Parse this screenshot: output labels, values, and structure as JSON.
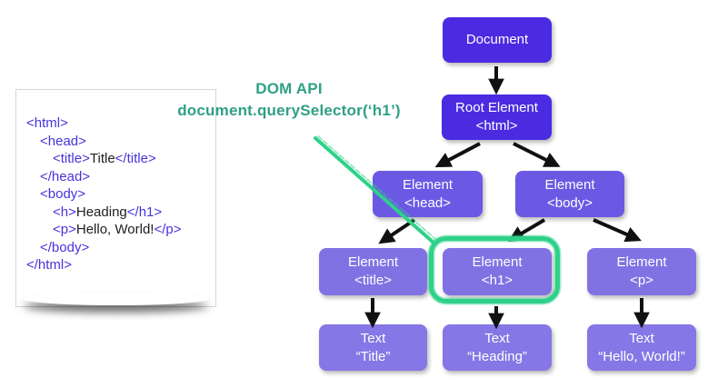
{
  "annotation": {
    "title": "DOM API",
    "code": "document.querySelector(‘h1’)",
    "text_color": "#2fa083",
    "draw_color": "#2ed189"
  },
  "code_card": {
    "tag_color": "#4733d9",
    "text_color": "#1d1d1f",
    "lines": [
      {
        "indent": 0,
        "segments": [
          {
            "type": "tag",
            "text": "<html>"
          }
        ]
      },
      {
        "indent": 1,
        "segments": [
          {
            "type": "tag",
            "text": "<head>"
          }
        ]
      },
      {
        "indent": 2,
        "segments": [
          {
            "type": "tag",
            "text": "<title>"
          },
          {
            "type": "text",
            "text": "Title"
          },
          {
            "type": "tag",
            "text": "</title>"
          }
        ]
      },
      {
        "indent": 1,
        "segments": [
          {
            "type": "tag",
            "text": "</head>"
          }
        ]
      },
      {
        "indent": 1,
        "segments": [
          {
            "type": "tag",
            "text": "<body>"
          }
        ]
      },
      {
        "indent": 2,
        "segments": [
          {
            "type": "tag",
            "text": "<h>"
          },
          {
            "type": "text",
            "text": "Heading"
          },
          {
            "type": "tag",
            "text": "</h1>"
          }
        ]
      },
      {
        "indent": 2,
        "segments": [
          {
            "type": "tag",
            "text": "<p>"
          },
          {
            "type": "text",
            "text": "Hello, World!"
          },
          {
            "type": "tag",
            "text": "</p>"
          }
        ]
      },
      {
        "indent": 1,
        "segments": [
          {
            "type": "tag",
            "text": "</body>"
          }
        ]
      },
      {
        "indent": 0,
        "segments": [
          {
            "type": "tag",
            "text": "</html>"
          }
        ]
      }
    ]
  },
  "tree": {
    "colors": {
      "level1": "#4b2be1",
      "level2": "#6b59e4",
      "level3": "#8172e4",
      "level4": "#8577e5"
    },
    "highlight_color": "#2ed189",
    "nodes": [
      {
        "id": "document",
        "line1": "Document",
        "line2": ""
      },
      {
        "id": "root-element-html",
        "line1": "Root Element",
        "line2": "<html>"
      },
      {
        "id": "element-head",
        "line1": "Element",
        "line2": "<head>"
      },
      {
        "id": "element-body",
        "line1": "Element",
        "line2": "<body>"
      },
      {
        "id": "element-title",
        "line1": "Element",
        "line2": "<title>"
      },
      {
        "id": "element-h1",
        "line1": "Element",
        "line2": "<h1>",
        "highlighted": true
      },
      {
        "id": "element-p",
        "line1": "Element",
        "line2": "<p>"
      },
      {
        "id": "text-title",
        "line1": "Text",
        "line2": "“Title”"
      },
      {
        "id": "text-heading",
        "line1": "Text",
        "line2": "“Heading”"
      },
      {
        "id": "text-hello-world",
        "line1": "Text",
        "line2": "“Hello, World!”"
      }
    ]
  }
}
